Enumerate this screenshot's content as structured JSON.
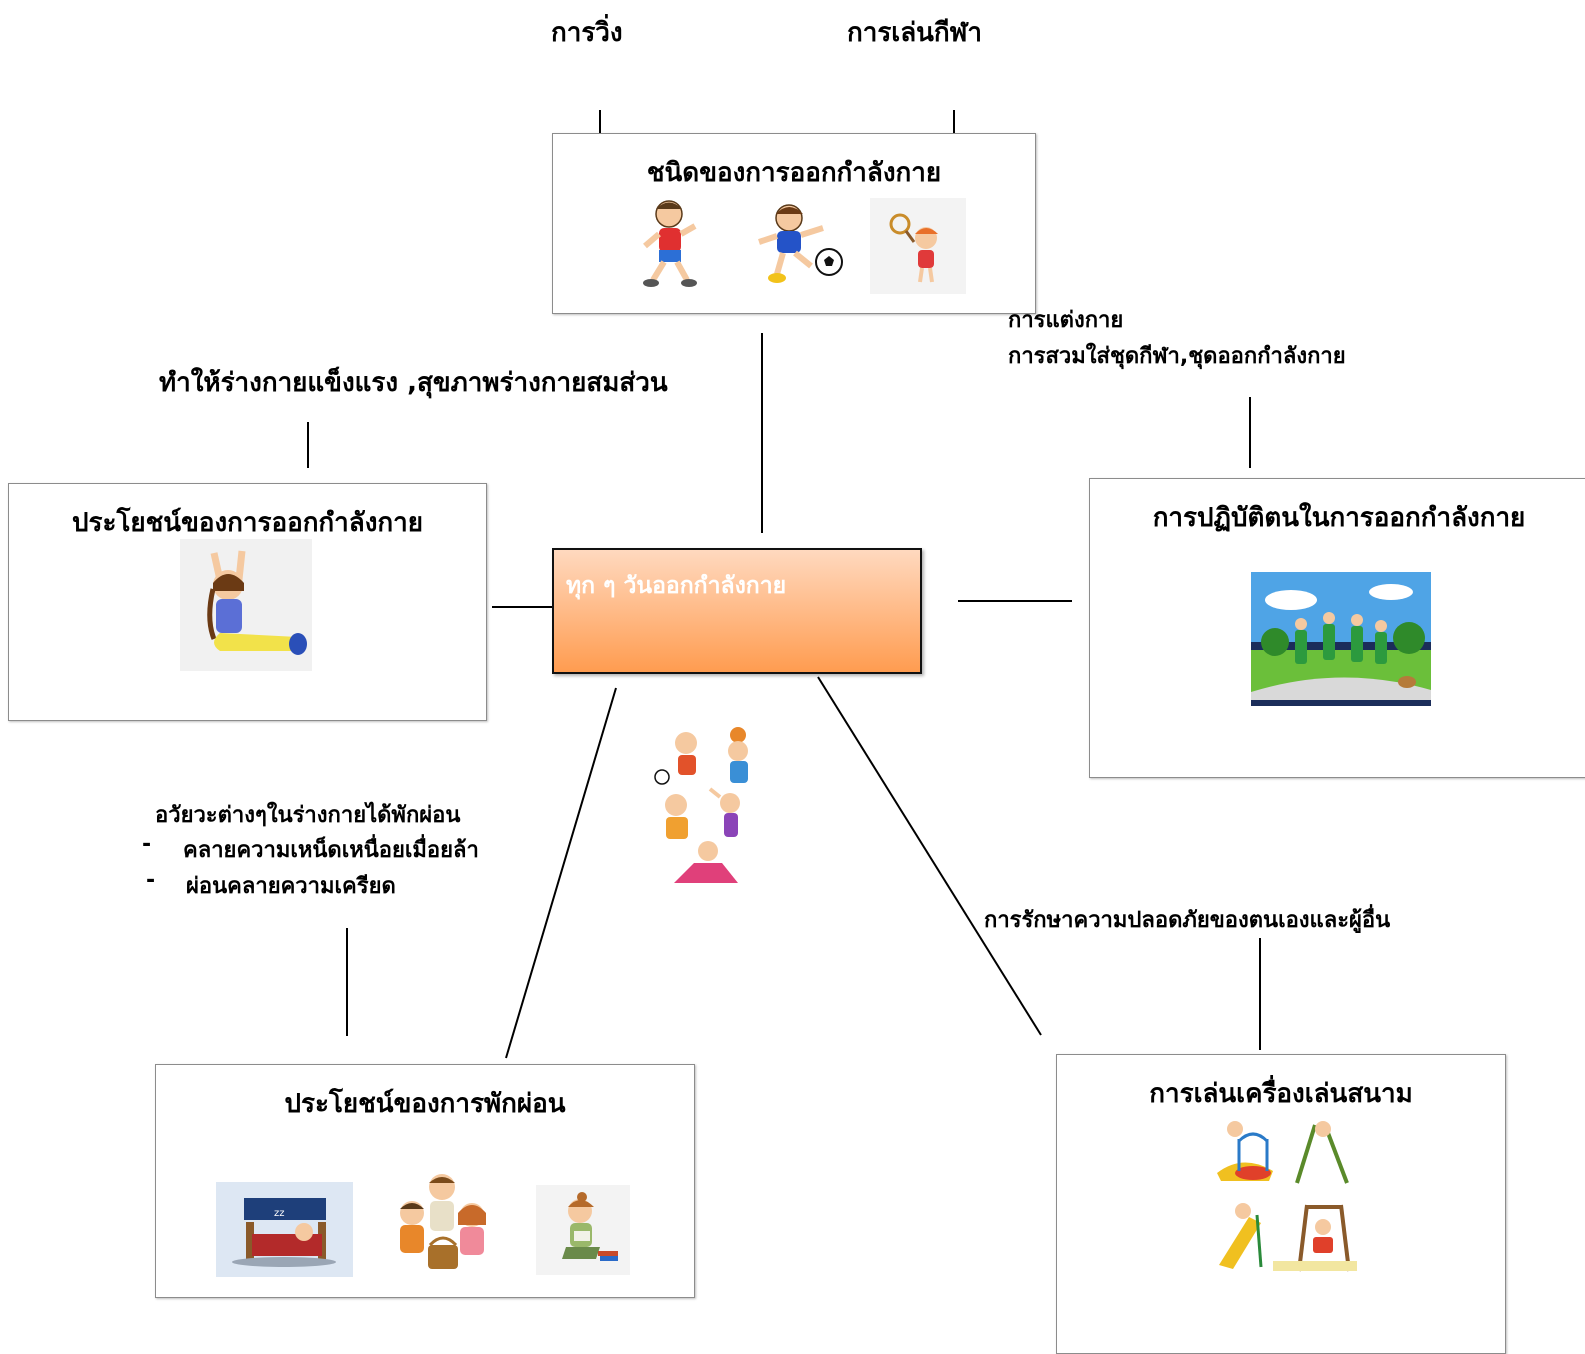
{
  "center": {
    "title": "ทุก ๆ วันออกกำลังกาย"
  },
  "top_labels": {
    "left": "การวิ่ง",
    "right": "การเล่นกีฬา"
  },
  "boxes": {
    "types": {
      "title": "ชนิดของการออกกำลังกาย"
    },
    "benefit_exercise": {
      "title": "ประโยชน์ของการออกกำลังกาย"
    },
    "practice": {
      "title": "การปฏิบัติตนในการออกกำลังกาย"
    },
    "benefit_rest": {
      "title": "ประโยชน์ของการพักผ่อน"
    },
    "playground": {
      "title": "การเล่นเครื่องเล่นสนาม"
    }
  },
  "notes": {
    "strength": "ทำให้ร่างกายแข็งแรง  ,สุขภาพร่างกายสมส่วน",
    "dress_1": "การแต่งกาย",
    "dress_2": "การสวมใส่ชุดกีฬา,ชุดออกกำลังกาย",
    "rest_1": "อวัยวะต่างๆในร่างกายได้พักผ่อน",
    "rest_2": "คลายความเหน็ดเหนื่อยเมื่อยล้า",
    "rest_3": "ผ่อนคลายความเครียด",
    "bullet": "-",
    "safety": "การรักษาความปลอดภัยของตนเองและผู้อื่น"
  },
  "icons": {
    "types": [
      "running-boy-icon",
      "soccer-boy-icon",
      "tennis-girl-icon"
    ],
    "benefit_exercise": [
      "stretching-girl-icon"
    ],
    "practice": [
      "walking-group-icon"
    ],
    "center_below": [
      "kids-exercising-icon"
    ],
    "benefit_rest": [
      "sleeping-in-bed-icon",
      "family-picnic-icon",
      "reading-girl-icon"
    ],
    "playground": [
      "playground-equipment-icon"
    ]
  },
  "colors": {
    "center_top": "#ffd9bf",
    "center_bottom": "#ff9c50",
    "box_border": "#8c8c8c"
  }
}
